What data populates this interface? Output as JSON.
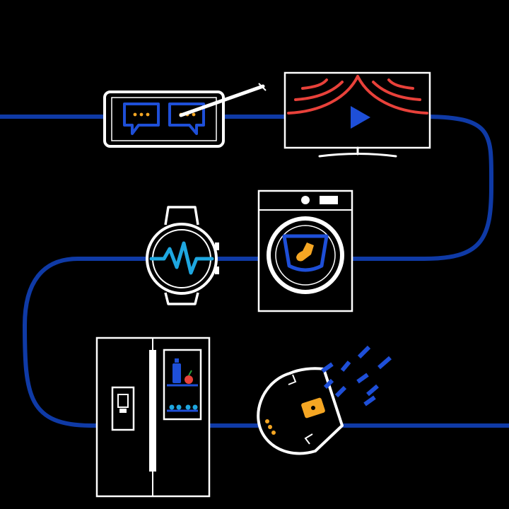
{
  "colors": {
    "background": "#000000",
    "connector": "#0f3aa6",
    "outline": "#ffffff",
    "accent_orange": "#f5a623",
    "accent_red": "#e8413a",
    "accent_blue": "#1e4fd8",
    "accent_cyan": "#1ea7e0"
  },
  "devices": [
    {
      "name": "smartphone",
      "icon": "phone-with-chat-bubbles-icon"
    },
    {
      "name": "stylus-pen",
      "icon": "stylus-icon"
    },
    {
      "name": "smart-tv",
      "icon": "tv-with-curtains-and-play-icon"
    },
    {
      "name": "smartwatch",
      "icon": "watch-with-heartbeat-icon"
    },
    {
      "name": "washing-machine",
      "icon": "washer-with-sock-icon"
    },
    {
      "name": "refrigerator",
      "icon": "side-by-side-fridge-icon"
    },
    {
      "name": "robot-vacuum",
      "icon": "robot-vacuum-with-dust-icon"
    }
  ]
}
